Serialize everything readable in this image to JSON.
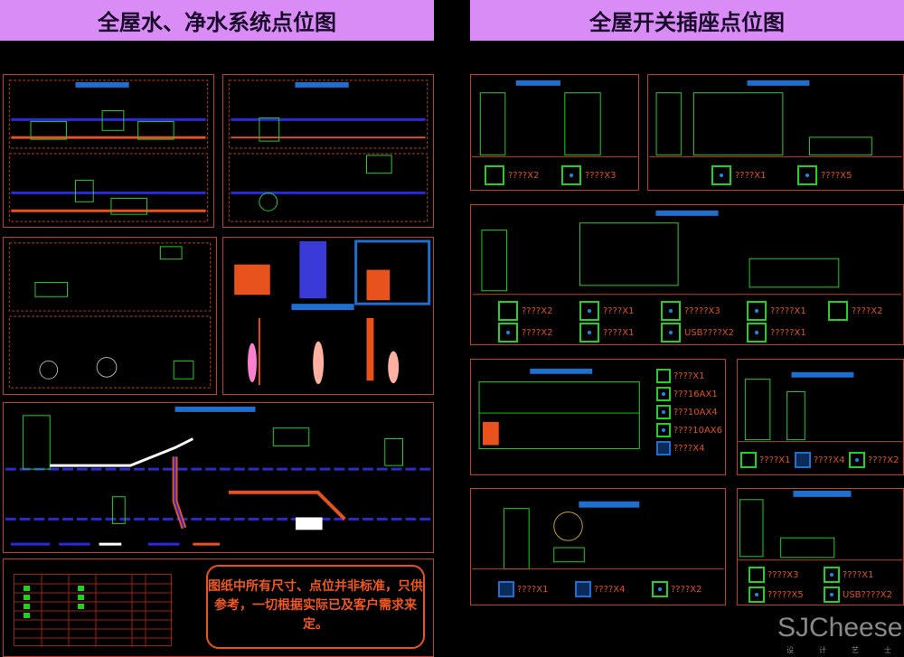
{
  "left_title": "全屋水、净水系统点位图",
  "right_title": "全屋开关插座点位图",
  "note": "图纸中所有尺寸、点位并非标准，只供参考，一切根据实际已及客户需求来定。",
  "colors": {
    "title_bg": "#d98cf5",
    "frame": "#c0401a",
    "fixture": "#22d022",
    "pipe_cold": "#2a2ad8",
    "pipe_hot": "#e8521c",
    "label": "#e0521c"
  },
  "panels": {
    "r1": [
      "????X2",
      "????X3"
    ],
    "r2": [
      "????X1",
      "????X5"
    ],
    "r3": [
      "????X2",
      "????X1",
      "?????X3",
      "?????X1",
      "????X2",
      "????X2",
      "????X1",
      "USB????X2",
      "?????X1"
    ],
    "r4": [
      "????X1",
      "???16AX1",
      "???10AX4",
      "????10AX6",
      "????X4"
    ],
    "r5": [
      "????X1",
      "????X4",
      "????X2"
    ],
    "r6": [
      "????X1",
      "????X4",
      "????X2"
    ],
    "r7": [
      "????X3",
      "????X1",
      "?????X5",
      "USB????X2"
    ]
  },
  "logo": {
    "name": "SJCheese",
    "sub": "设计艺士"
  }
}
